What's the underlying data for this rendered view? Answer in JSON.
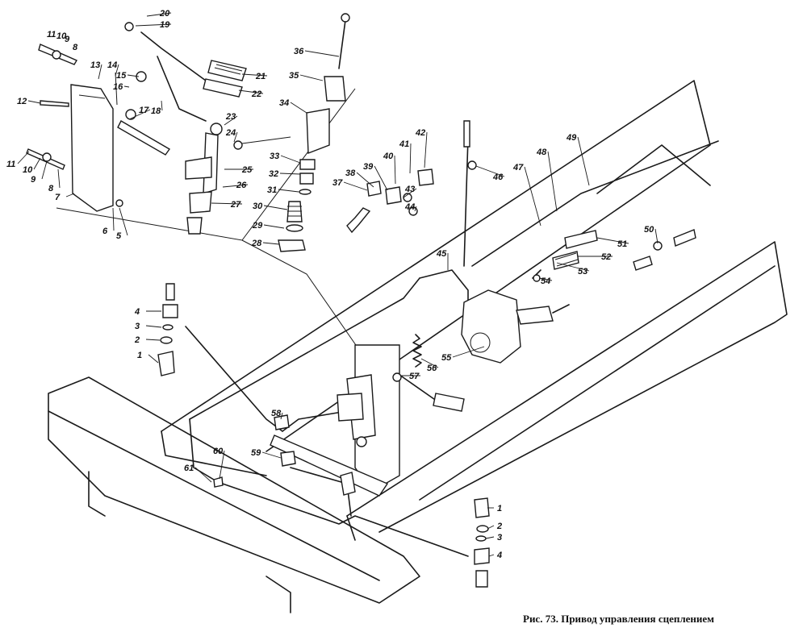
{
  "caption": "Рис. 73. Привод управления сцеплением",
  "callouts": [
    "1",
    "2",
    "3",
    "4",
    "5",
    "6",
    "7",
    "8",
    "9",
    "10",
    "11",
    "12",
    "13",
    "14",
    "15",
    "16",
    "17",
    "18",
    "19",
    "20",
    "21",
    "22",
    "23",
    "24",
    "25",
    "26",
    "27",
    "28",
    "29",
    "30",
    "31",
    "32",
    "33",
    "34",
    "35",
    "36",
    "37",
    "38",
    "39",
    "40",
    "41",
    "42",
    "43",
    "44",
    "45",
    "46",
    "47",
    "48",
    "49",
    "50",
    "51",
    "52",
    "53",
    "54",
    "55",
    "56",
    "57",
    "58",
    "59",
    "60",
    "61"
  ],
  "colors": {
    "ink": "#1a1a1a",
    "paper": "#ffffff"
  }
}
